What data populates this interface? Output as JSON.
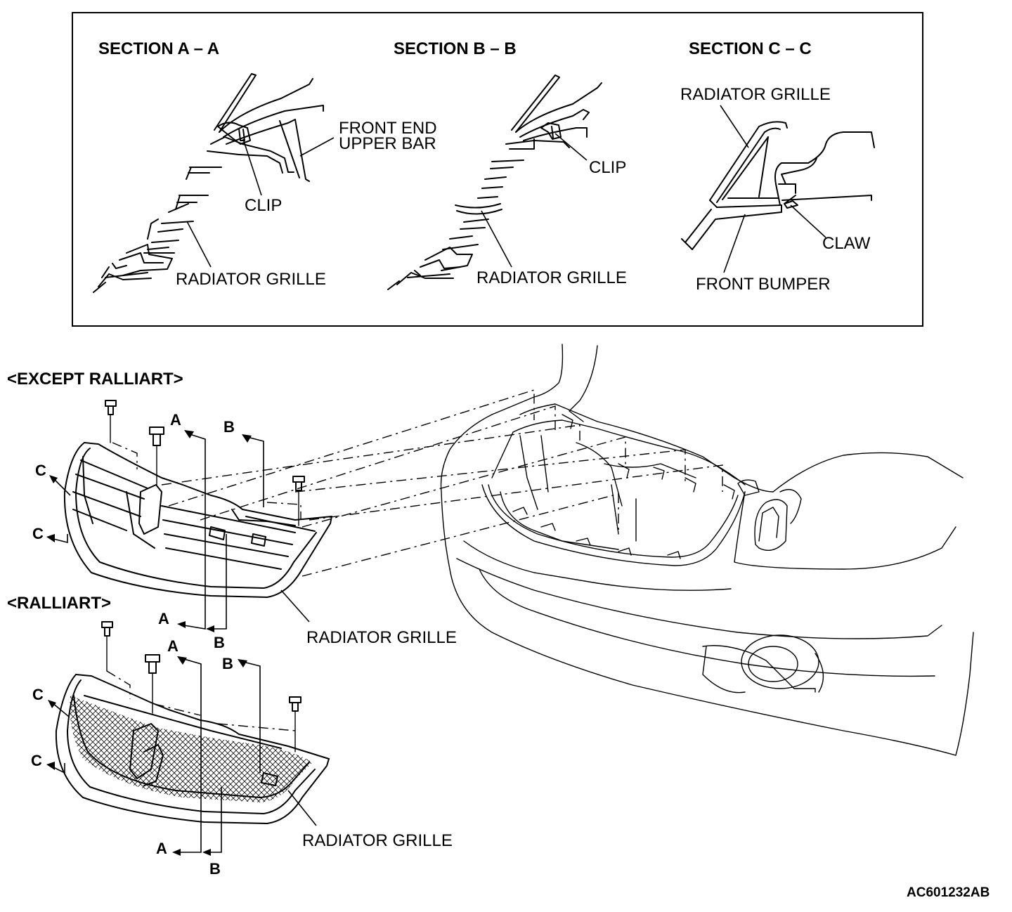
{
  "sections": {
    "a": {
      "title": "SECTION A – A",
      "labels": {
        "upper_bar": [
          "FRONT END",
          "UPPER BAR"
        ],
        "clip": "CLIP",
        "grille": "RADIATOR GRILLE"
      }
    },
    "b": {
      "title": "SECTION B – B",
      "labels": {
        "clip": "CLIP",
        "grille": "RADIATOR GRILLE"
      }
    },
    "c": {
      "title": "SECTION C – C",
      "labels": {
        "grille": "RADIATOR GRILLE",
        "claw": "CLAW",
        "bumper": "FRONT BUMPER"
      }
    }
  },
  "variants": {
    "except_ralliart": {
      "title": "<EXCEPT RALLIART>",
      "grille_label": "RADIATOR GRILLE"
    },
    "ralliart": {
      "title": "<RALLIART>",
      "grille_label": "RADIATOR GRILLE"
    }
  },
  "section_markers": {
    "a": "A",
    "b": "B",
    "c": "C"
  },
  "figure_code": "AC601232AB"
}
